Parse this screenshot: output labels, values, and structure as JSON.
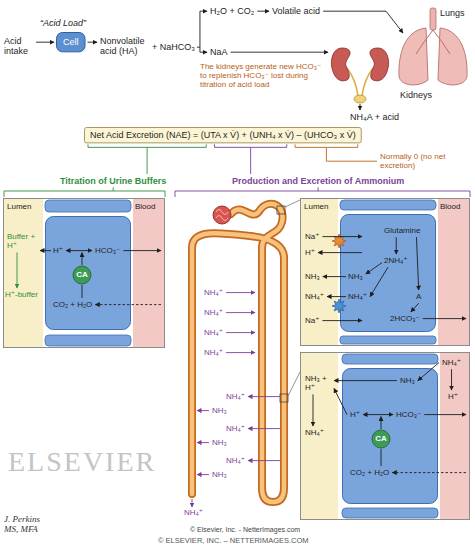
{
  "diagram": {
    "title": "“Acid Load”",
    "nodes": [
      {
        "text": [
          "Cell"
        ]
      },
      {
        "text": [
          "Lungs"
        ]
      },
      {
        "text": [
          "Kidneys"
        ]
      },
      {
        "text": [
          "Net Acid Excretion (NAE) = (UTA x V̇) + (UNH₄ x V̇) – (UHCO₃ x V̇)"
        ]
      },
      {
        "text": [
          "Lumen",
          "Blood",
          "Buffer + H⁺",
          "H⁺-buffer"
        ]
      },
      {
        "text": [
          "H⁺",
          "HCO₃⁻",
          "CO₂ + H₂O"
        ],
        "in": 4
      },
      {
        "text": [
          "CA"
        ],
        "in": 5
      },
      {
        "text": [
          "Lumen",
          "Blood",
          "Na⁺",
          "H⁺",
          "NH₃",
          "NH₄⁺",
          "Na⁺"
        ]
      },
      {
        "text": [
          "NH₃",
          "NH₄⁺",
          "Glutamine",
          "2NH₄⁺",
          "A",
          "2HCO₃⁻"
        ],
        "in": 7
      },
      {
        "text": [
          "NH₄⁺",
          "H⁺",
          "NH₃ + H⁺",
          "NH₄⁺"
        ]
      },
      {
        "text": [
          "NH₃",
          "H⁺",
          "HCO₃⁻",
          "CO₂ + H₂O"
        ],
        "in": 9
      },
      {
        "text": [
          "CA"
        ],
        "in": 10
      }
    ],
    "labels": [
      "Acid intake",
      "Nonvolatile acid (HA)",
      "+ NaHCO₃",
      "H₂O + CO₂",
      "Volatile acid",
      "NaA",
      "The kidneys generate new HCO₃⁻ to replenish HCO₃⁻ lost during titration of acid load",
      "NH₄A + acid",
      "Normally 0 (no net excretion)",
      "Titration of Urine Buffers",
      "Production and Excretion of Ammonium",
      "NH₄⁺",
      "NH₄⁺",
      "NH₄⁺",
      "NH₄⁺",
      "NH₄⁺",
      "NH₃",
      "NH₄⁺",
      "NH₃",
      "NH₄⁺",
      "NH₃",
      "NH₄⁺",
      "J. Perkins MS, MFA",
      "ELSEVIER",
      "© Elsevier, Inc. - NetterImages.com",
      "© ELSEVIER, INC. – NETTERIMAGES.COM"
    ]
  }
}
